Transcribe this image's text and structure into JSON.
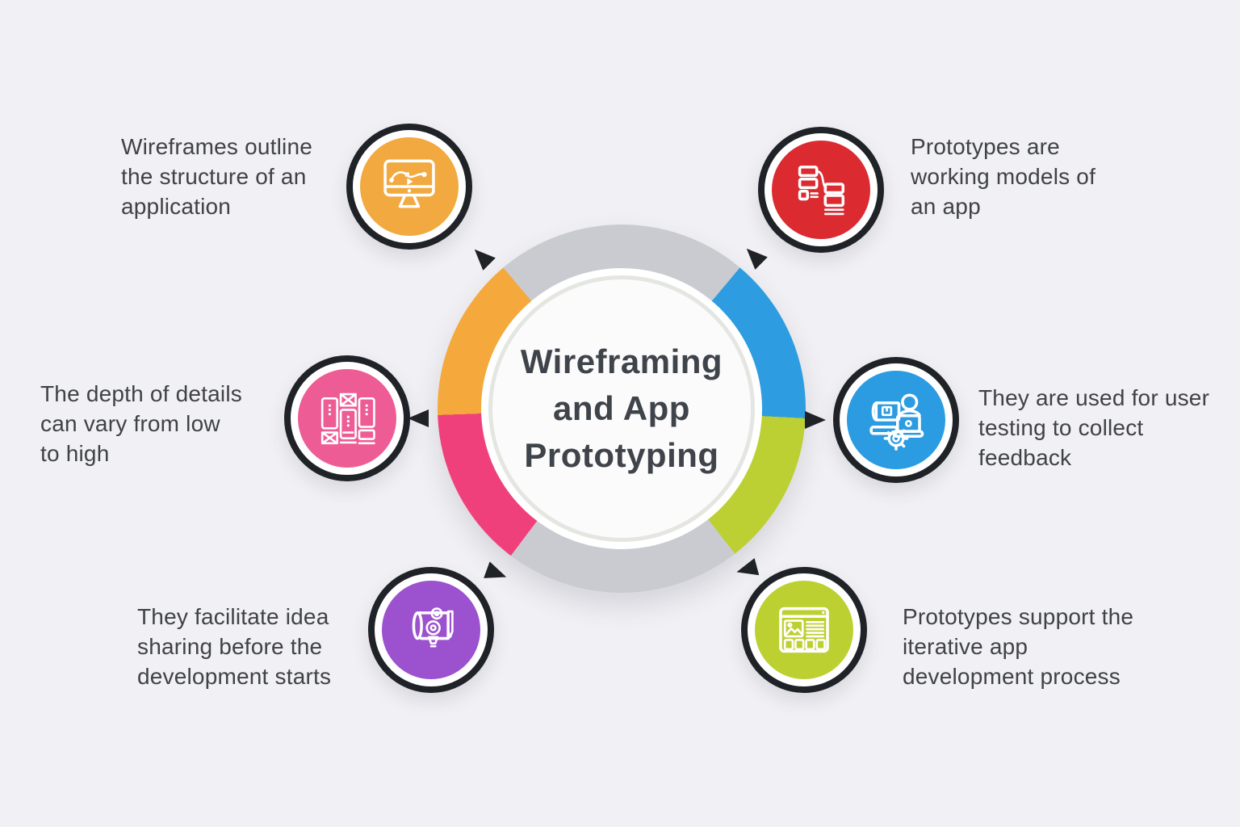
{
  "page": {
    "background": "#F1F0F4"
  },
  "center": {
    "title": "Wireframing\nand App\nPrototyping",
    "title_color": "#3F434A",
    "ring_gray": "#C9CBD1",
    "inner_fill": "#FBFBFC",
    "ring_gradient": [
      {
        "name": "gray-top-right",
        "color": "#C9CBD1",
        "from": 0,
        "to": 40
      },
      {
        "name": "blue",
        "color": "#2D9CE0",
        "from": 40,
        "to": 93
      },
      {
        "name": "green",
        "color": "#BCCF33",
        "from": 93,
        "to": 142
      },
      {
        "name": "gray-bottom",
        "color": "#C9CBD1",
        "from": 142,
        "to": 217
      },
      {
        "name": "pink",
        "color": "#F0407B",
        "from": 217,
        "to": 268
      },
      {
        "name": "orange",
        "color": "#F5A93C",
        "from": 268,
        "to": 320
      },
      {
        "name": "gray-top-left",
        "color": "#C9CBD1",
        "from": 320,
        "to": 360
      }
    ]
  },
  "items": [
    {
      "position": "top-left",
      "icon": "monitor-flow-icon",
      "color": "#F2A93F",
      "text": "Wireframes outline\nthe structure of an\napplication"
    },
    {
      "position": "top-right",
      "icon": "flowchart-icon",
      "color": "#DC2A31",
      "text": "Prototypes are\nworking models of\nan app"
    },
    {
      "position": "middle-left",
      "icon": "app-wireframes-icon",
      "color": "#EE5C95",
      "text": "The depth of details\ncan vary from low\nto high"
    },
    {
      "position": "middle-right",
      "icon": "user-testing-icon",
      "color": "#2B9CE1",
      "text": "They are used for user\ntesting to collect\nfeedback"
    },
    {
      "position": "bottom-left",
      "icon": "blueprint-idea-icon",
      "color": "#9C51CE",
      "text": "They facilitate idea\nsharing before the\ndevelopment starts"
    },
    {
      "position": "bottom-right",
      "icon": "webpage-layout-icon",
      "color": "#BDD032",
      "text": "Prototypes support the\niterative app\ndevelopment process"
    }
  ],
  "label_color": "#3F4248",
  "arrow_color": "#1F2227",
  "badge_ring_color": "#1F2227"
}
